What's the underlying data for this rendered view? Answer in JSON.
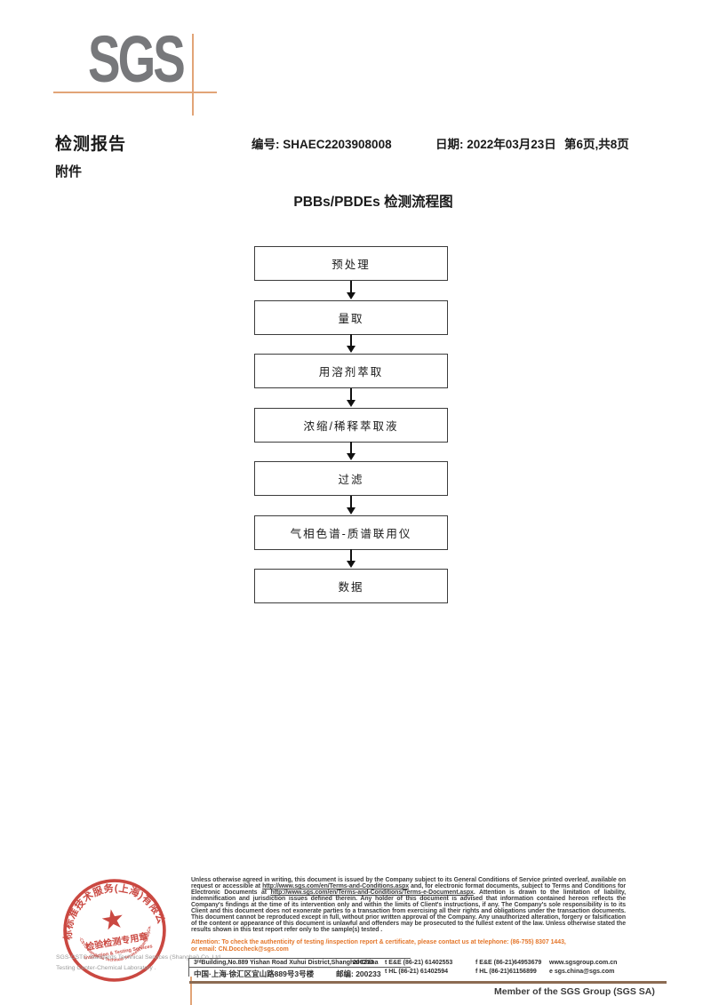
{
  "logo": {
    "text": "SGS"
  },
  "header": {
    "report_title": "检测报告",
    "report_no": "编号: SHAEC2203908008",
    "date": "日期: 2022年03月23日",
    "page_info": "第6页,共8页",
    "attachment": "附件"
  },
  "flowchart": {
    "title": "PBBs/PBDEs 检测流程图",
    "steps": [
      "预处理",
      "量取",
      "用溶剂萃取",
      "浓缩/稀释萃取液",
      "过滤",
      "气相色谱-质谱联用仪",
      "数据"
    ]
  },
  "stamp": {
    "ring_text": "通标标准技术服务(上海)有限公司",
    "inner_line1": "检验检测专用章",
    "inner_line2": "Inspection & Testing Services",
    "bottom_arc_text": "SGS-CSTC Standards Technical Services(Shanghai)Co.,Ltd.",
    "color": "#c5352d"
  },
  "footer": {
    "company_line1": "SGS-CSTC Standards Technical Services (Shanghai) Co.,Ltd.",
    "company_line2": "Testing Center-Chemical Laboratory .",
    "disclaimer_segments": [
      {
        "text": "Unless otherwise agreed in writing, this document is issued by the Company subject to its General Conditions of Service printed overleaf, available on request or accessible at ",
        "style": "normal"
      },
      {
        "text": "http://www.sgs.com/en/Terms-and-Conditions.aspx",
        "style": "link"
      },
      {
        "text": " and, for electronic format documents, subject to Terms and Conditions for Electronic Documents at ",
        "style": "normal"
      },
      {
        "text": "http://www.sgs.com/en/Terms-and-Conditions/Terms-e-Document.aspx",
        "style": "link"
      },
      {
        "text": ". Attention is drawn to the limitation of liability, indemnification and jurisdiction issues defined therein. Any holder of this document is advised that information contained hereon reflects the Company's findings at the time of its intervention only and within the limits of Client's instructions, if any. The Company's sole responsibility is to its Client and this document does not exonerate parties to a transaction from exercising all their rights and obligations under the transaction documents. This document cannot be reproduced except in full, without prior written approval of the Company. Any unauthorized alteration, forgery or falsification of the content or appearance of this document is unlawful and offenders may be prosecuted to the fullest extent of the law. Unless otherwise stated the results shown in this test report refer only to the sample(s) tested .",
        "style": "normal"
      }
    ],
    "attention_line1": "Attention: To check the authenticity of testing /inspection report & certificate, please contact us at telephone: (86-755) 8307 1443,",
    "attention_line2": "or email: CN.Doccheck@sgs.com",
    "address_en": "3ʳᵈBuilding,No.889 Yishan Road Xuhui District,Shanghai China",
    "postcode_en": "200233",
    "tel_en": "t E&E (86-21) 61402553",
    "fax_en": "f E&E (86-21)64953679",
    "web": "www.sgsgroup.com.cn",
    "address_cn": "中国·上海·徐汇区宜山路889号3号楼",
    "postcode_cn": "邮编: 200233",
    "tel_cn": "t HL (86-21) 61402594",
    "fax_cn": "f HL (86-21)61156899",
    "email": "e sgs.china@sgs.com",
    "member_text": "Member of the SGS Group (SGS SA)"
  },
  "colors": {
    "accent_orange": "#e2a477",
    "attention_orange": "#e4762a",
    "stamp_red": "#c5352d",
    "footer_line_brown": "#8c6b52",
    "logo_gray": "#77787b"
  }
}
